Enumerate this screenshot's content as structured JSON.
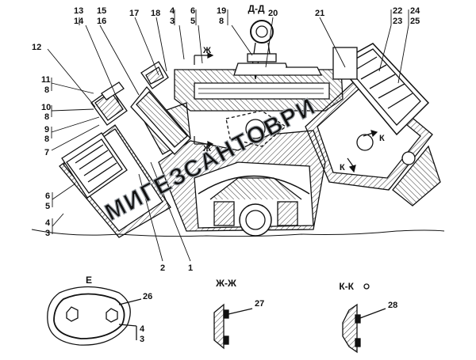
{
  "diagram": {
    "section_titles": {
      "main": "Д-Д",
      "e": "Е",
      "zh": "Ж-Ж",
      "k": "К-К"
    },
    "cut_markers": {
      "zh_top": "Ж",
      "zh_bottom": "Ж",
      "k_right": "К",
      "k_left": "К"
    },
    "callouts": {
      "c13": "13",
      "c14": "14",
      "c15": "15",
      "c16": "16",
      "c17": "17",
      "c18": "18",
      "c4a": "4",
      "c3a": "3",
      "c6a": "6",
      "c5a": "5",
      "c19": "19",
      "c8a": "8",
      "c20": "20",
      "c21": "21",
      "c22": "22",
      "c23": "23",
      "c24": "24",
      "c25": "25",
      "c12": "12",
      "c11": "11",
      "c8b": "8",
      "c10": "10",
      "c8c": "8",
      "c9": "9",
      "c8d": "8",
      "c7": "7",
      "c6b": "6",
      "c5b": "5",
      "c4b": "4",
      "c3b": "3",
      "c2": "2",
      "c1": "1",
      "c26": "26",
      "c4c": "4",
      "c3c": "3",
      "c27": "27",
      "c28": "28"
    },
    "watermark": "МИГЕЗСАНТОВРИ"
  },
  "colors": {
    "ink": "#111111",
    "hatch": "#333333",
    "watermark": "#9aa0a6"
  }
}
